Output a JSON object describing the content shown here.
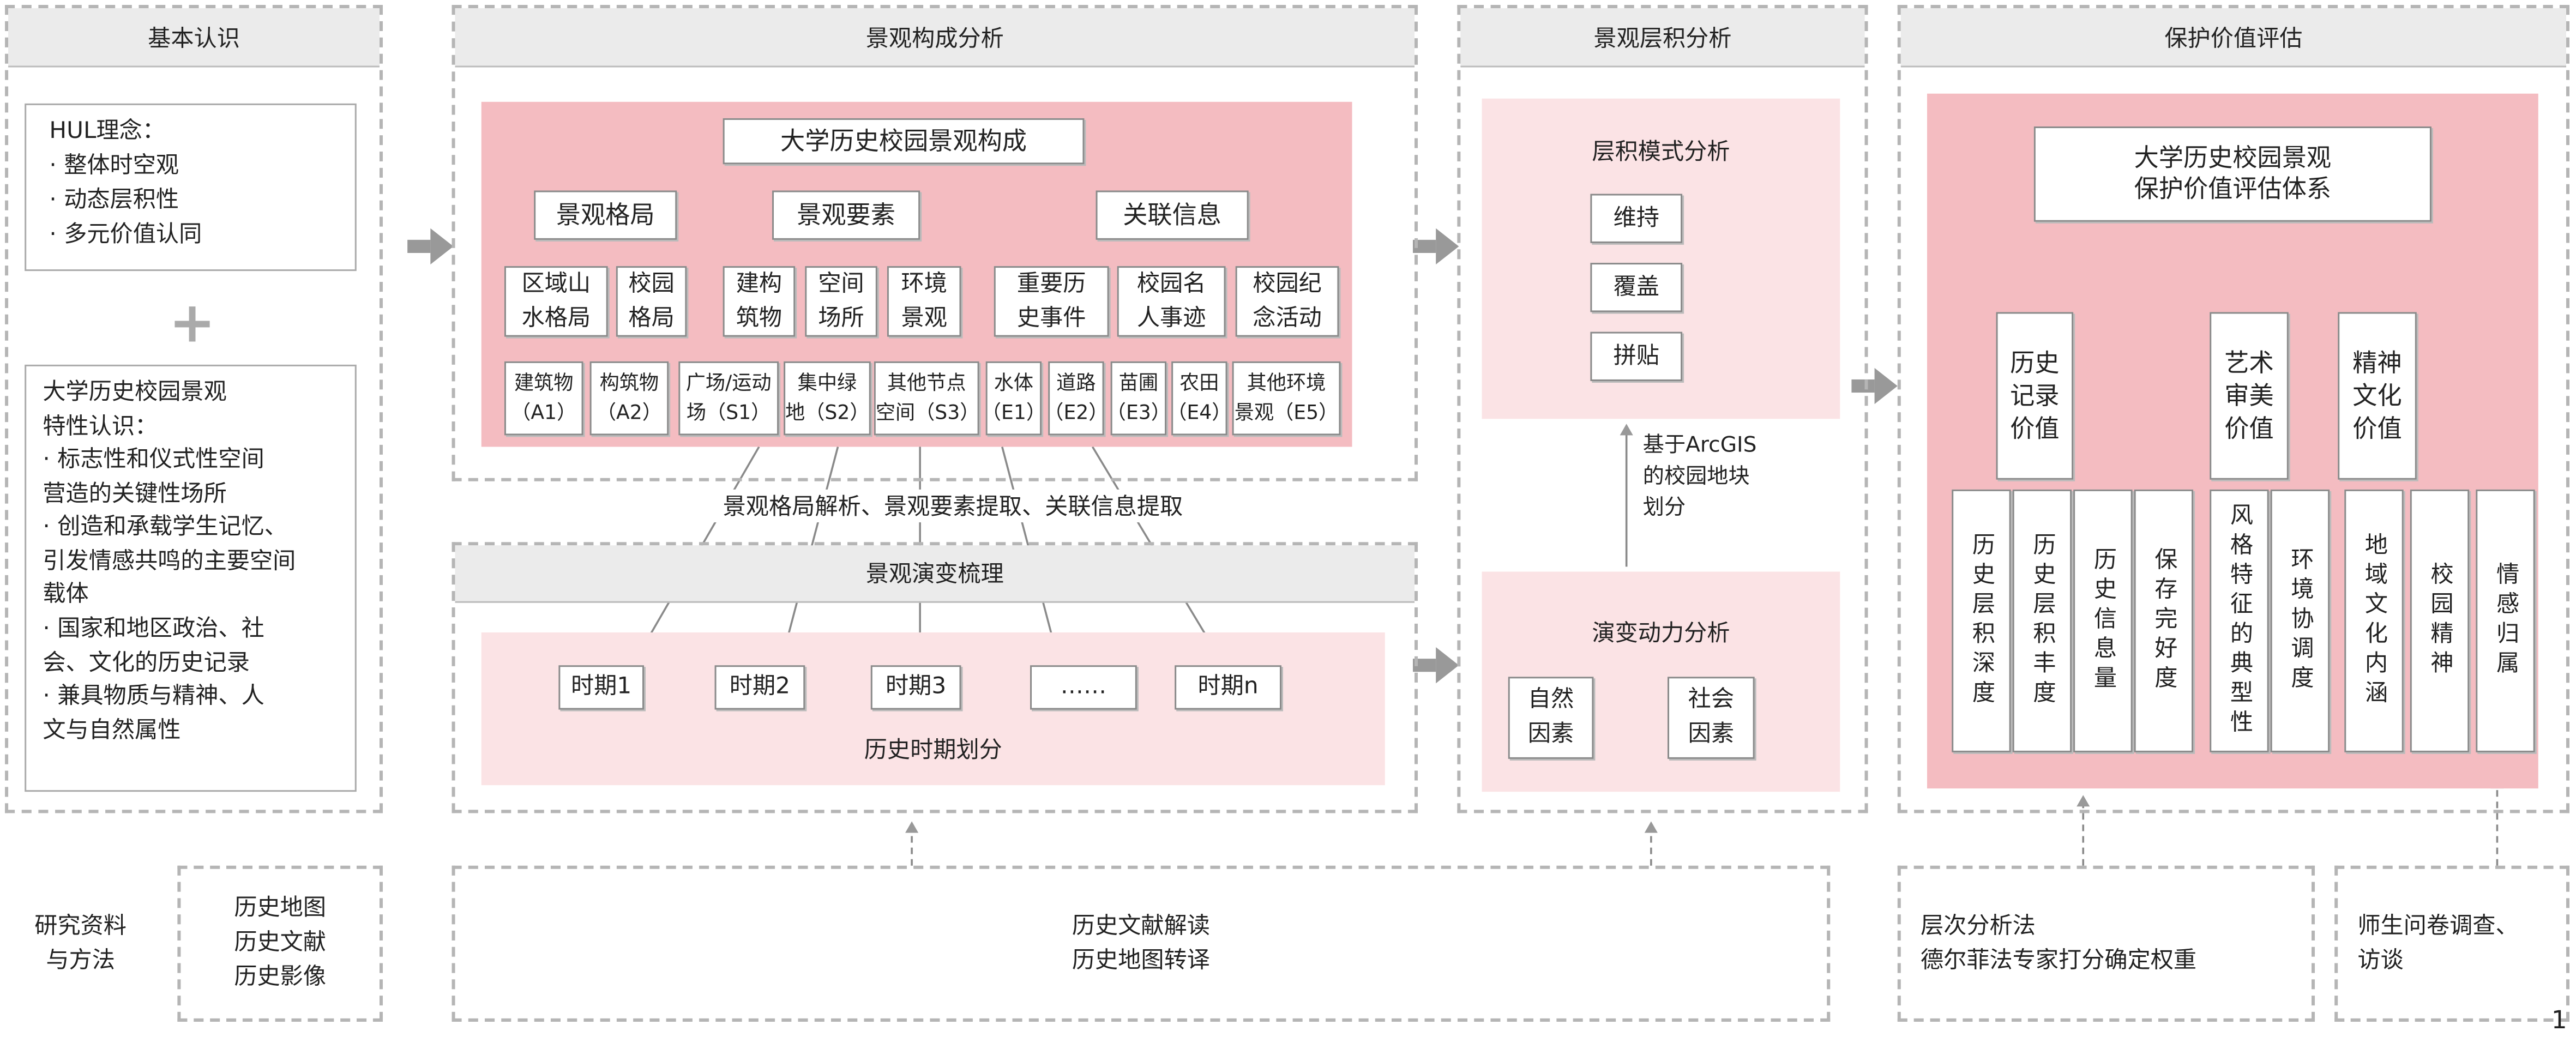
{
  "colors": {
    "pink": "#f4bcc1",
    "light_pink": "#fbe3e5",
    "header_gray": "#ebebeb",
    "line_gray": "#8a8a8a"
  },
  "col1": {
    "header": "基本认识",
    "hul": "HUL理念：\n · 整体时空观\n · 动态层积性\n · 多元价值认同",
    "plus": "+",
    "traits": "大学历史校园景观\n特性认识：\n · 标志性和仪式性空间\n营造的关键性场所\n · 创造和承载学生记忆、\n引发情感共鸣的主要空间\n载体\n · 国家和地区政治、社\n会、文化的历史记录\n · 兼具物质与精神、人\n文与自然属性"
  },
  "col2": {
    "header": "景观构成分析",
    "root": "大学历史校园景观构成",
    "level2": [
      "景观格局",
      "景观要素",
      "关联信息"
    ],
    "level3": [
      "区域山\n水格局",
      "校园\n格局",
      "建构\n筑物",
      "空间\n场所",
      "环境\n景观",
      "重要历\n史事件",
      "校园名\n人事迹",
      "校园纪\n念活动"
    ],
    "level4": [
      "建筑物\n（A1）",
      "构筑物\n（A2）",
      "广场/运动\n场（S1）",
      "集中绿\n地（S2）",
      "其他节点\n空间（S3）",
      "水体\n（E1）",
      "道路\n（E2）",
      "苗圃\n（E3）",
      "农田\n（E4）",
      "其他环境\n景观（E5）"
    ],
    "extract_label": "景观格局解析、景观要素提取、关联信息提取",
    "evolution_header": "景观演变梳理",
    "periods": [
      "时期1",
      "时期2",
      "时期3",
      "……",
      "时期n"
    ],
    "period_label": "历史时期划分"
  },
  "col3": {
    "header": "景观层积分析",
    "pattern_title": "层积模式分析",
    "patterns": [
      "维持",
      "覆盖",
      "拼贴"
    ],
    "arcgis_label": "基于ArcGIS\n的校园地块\n划分",
    "dynamics_title": "演变动力分析",
    "factors": [
      "自然\n因素",
      "社会\n因素"
    ]
  },
  "col4": {
    "header": "保护价值评估",
    "root": "大学历史校园景观\n保护价值评估体系",
    "level2": [
      "历史\n记录\n价值",
      "艺术\n审美\n价值",
      "精神\n文化\n价值"
    ],
    "level3": [
      "历史层积深度",
      "历史层积丰度",
      "历史信息量",
      "保存完好度",
      "风格特征的典型性",
      "环境协调度",
      "地域文化内涵",
      "校园精神",
      "情感归属"
    ]
  },
  "bottom": {
    "methods_label": "研究资料\n与方法",
    "sources": "历史地图\n历史文献\n历史影像",
    "interpretation": "历史文献解读\n历史地图转译",
    "ahp": "层次分析法\n德尔菲法专家打分确定权重",
    "survey": "师生问卷调查、\n访谈"
  },
  "page_number": "1"
}
